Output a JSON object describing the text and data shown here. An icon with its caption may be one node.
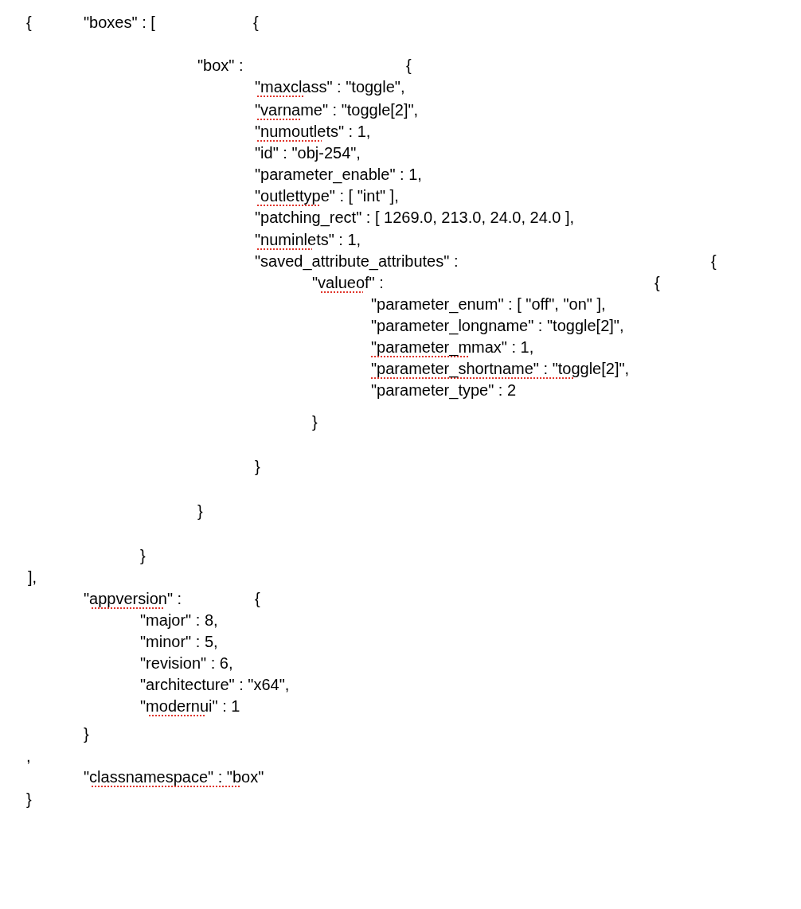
{
  "diagram": {
    "labels": [
      "{",
      "\"boxes\" : [",
      "{",
      "\"box\" :",
      "{",
      "\"maxclass\" : \"toggle\",",
      "\"varname\" : \"toggle[2]\",",
      "\"numoutlets\" : 1,",
      "\"id\" : \"obj-254\",",
      "\"parameter_enable\" : 1,",
      "\"outlettype\" : [ \"int\" ],",
      "\"patching_rect\" : [ 1269.0, 213.0, 24.0, 24.0 ],",
      "\"numinlets\" : 1,",
      "\"saved_attribute_attributes\" :",
      "{",
      "\"valueof\" :",
      "{",
      "\"parameter_enum\" : [ \"off\", \"on\" ],",
      "\"parameter_longname\" : \"toggle[2]\",",
      "\"parameter_mmax\" : 1,",
      "\"parameter_shortname\" : \"toggle[2]\",",
      "\"parameter_type\" : 2",
      "}",
      "}",
      "}",
      "}",
      "],",
      "\"appversion\" :",
      "{",
      "\"major\" : 8,",
      "\"minor\" : 5,",
      "\"revision\" : 6,",
      "\"architecture\" : \"x64\",",
      "\"modernui\" : 1",
      "}",
      ",",
      "\"classnamespace\" : \"box\"",
      "}"
    ]
  }
}
